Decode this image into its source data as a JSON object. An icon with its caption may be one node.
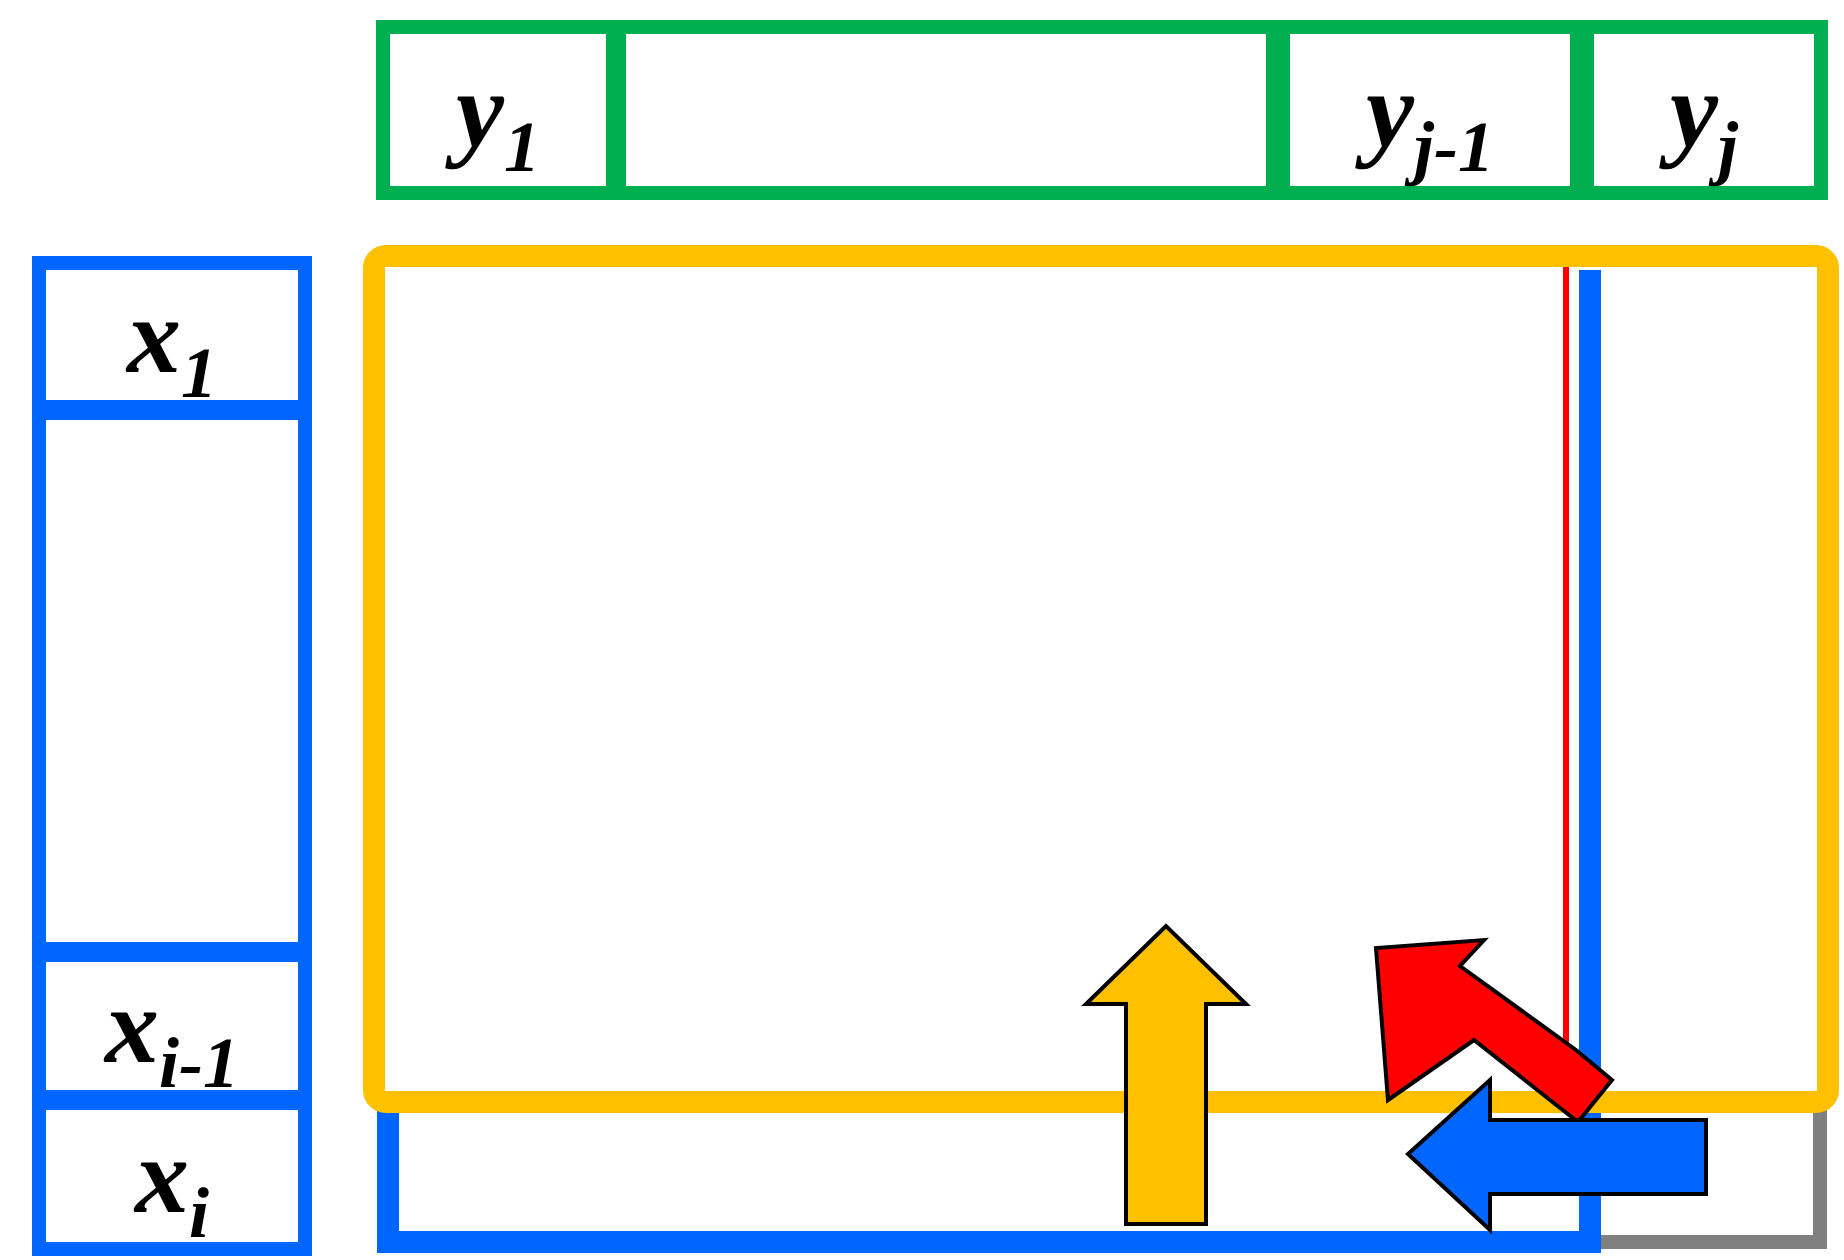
{
  "diagram": {
    "nodes": [
      {
        "text": [
          "y$_{1}$"
        ]
      },
      {
        "text": [],
        "shape": "box"
      },
      {
        "text": [
          "y$_{j-1}$"
        ]
      },
      {
        "text": [
          "y$_{j}$"
        ]
      },
      {
        "text": [
          "x$_{1}$"
        ]
      },
      {
        "text": [],
        "shape": "box"
      },
      {
        "text": [
          "x$_{i-1}$"
        ]
      },
      {
        "text": [
          "x$_{i}$"
        ]
      }
    ]
  }
}
